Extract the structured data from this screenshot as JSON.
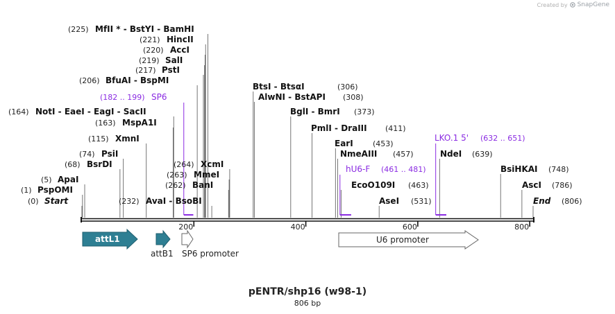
{
  "credit": {
    "prefix": "Created by",
    "brand": "SnapGene"
  },
  "title": "pENTR/shp16 (w98-1)",
  "subtitle": "806 bp",
  "colors": {
    "line": "#555555",
    "feature_purple": "#8a2be2",
    "arrow_fill": "#2e7f93",
    "backbone": "#111111"
  },
  "length": 806,
  "ticks": [
    "200",
    "400",
    "600",
    "800"
  ],
  "tick_positions": [
    200,
    400,
    600,
    800
  ],
  "sites": [
    {
      "pos_label": "(0)",
      "name": "Start",
      "italic": true,
      "bp": 0
    },
    {
      "pos_label": "(1)",
      "name": "PspOMI",
      "bp": 1
    },
    {
      "pos_label": "(5)",
      "name": "ApaI",
      "bp": 5
    },
    {
      "pos_label": "(68)",
      "name": "BsrDI",
      "bp": 68
    },
    {
      "pos_label": "(74)",
      "name": "PsiI",
      "bp": 74
    },
    {
      "pos_label": "(115)",
      "name": "XmnI",
      "bp": 115
    },
    {
      "pos_label": "(163)",
      "name": "MspA1I",
      "bp": 163
    },
    {
      "pos_label": "(164)",
      "name": "NotI  -  EaeI  -  EagI  -  SacII",
      "bp": 164
    },
    {
      "pos_label": "(206)",
      "name": "BfuAI  -  BspMI",
      "bp": 206
    },
    {
      "pos_label": "(217)",
      "name": "PstI",
      "bp": 217
    },
    {
      "pos_label": "(219)",
      "name": "SalI",
      "bp": 219
    },
    {
      "pos_label": "(220)",
      "name": "AccI",
      "bp": 220
    },
    {
      "pos_label": "(221)",
      "name": "HincII",
      "bp": 221
    },
    {
      "pos_label": "(225)",
      "name": "MfII *  -  BstYI  -  BamHI",
      "bp": 225
    },
    {
      "pos_label": "(232)",
      "name": "AvaI  -  BsoBI",
      "bp": 232,
      "label_left": true
    },
    {
      "pos_label": "(262)",
      "name": "BanI",
      "bp": 262
    },
    {
      "pos_label": "(263)",
      "name": "MmeI",
      "bp": 263
    },
    {
      "pos_label": "(264)",
      "name": "XcmI",
      "bp": 264
    },
    {
      "pos_label": "(306)",
      "name": "BtsI  -  BtsαI",
      "bp": 306
    },
    {
      "pos_label": "(308)",
      "name": "AlwNI  -  BstAPI",
      "bp": 308
    },
    {
      "pos_label": "(373)",
      "name": "BglI  -  BmrI",
      "bp": 373
    },
    {
      "pos_label": "(411)",
      "name": "PmlI  -  DraIII",
      "bp": 411
    },
    {
      "pos_label": "(453)",
      "name": "EarI",
      "bp": 453
    },
    {
      "pos_label": "(457)",
      "name": "NmeAIII",
      "bp": 457
    },
    {
      "pos_label": "(463)",
      "name": "EcoO109I",
      "bp": 463
    },
    {
      "pos_label": "(531)",
      "name": "AseI",
      "bp": 531
    },
    {
      "pos_label": "(639)",
      "name": "NdeI",
      "bp": 639
    },
    {
      "pos_label": "(748)",
      "name": "BsiHKAI",
      "bp": 748
    },
    {
      "pos_label": "(786)",
      "name": "AscI",
      "bp": 786
    },
    {
      "pos_label": "(806)",
      "name": "End",
      "italic": true,
      "bp": 806
    }
  ],
  "primers": [
    {
      "name": "SP6",
      "range": "(182 .. 199)",
      "start": 182,
      "end": 199
    },
    {
      "name": "hU6-F",
      "range": "(461 .. 481)",
      "start": 461,
      "end": 481
    },
    {
      "name": "LKO.1 5'",
      "range": "(632 .. 651)",
      "start": 632,
      "end": 651
    }
  ],
  "features": [
    {
      "name": "attL1",
      "label_inside": true
    },
    {
      "name": "attB1"
    },
    {
      "name": "SP6 promoter"
    },
    {
      "name": "U6 promoter"
    }
  ]
}
